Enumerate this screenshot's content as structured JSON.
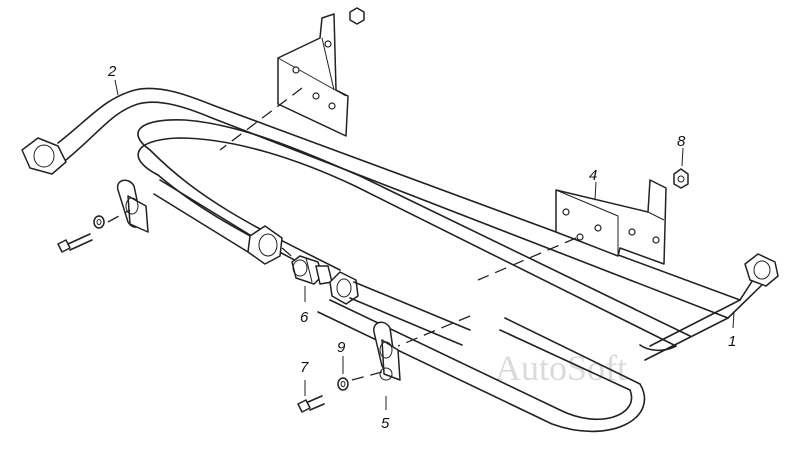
{
  "callouts": [
    {
      "id": "1",
      "label": "1"
    },
    {
      "id": "2",
      "label": "2"
    },
    {
      "id": "4",
      "label": "4"
    },
    {
      "id": "5",
      "label": "5"
    },
    {
      "id": "6",
      "label": "6"
    },
    {
      "id": "7",
      "label": "7"
    },
    {
      "id": "8",
      "label": "8"
    },
    {
      "id": "9",
      "label": "9"
    }
  ],
  "watermark": "AutoSoft",
  "colors": {
    "line": "#222222",
    "watermark": "#d6d6d6",
    "background": "#ffffff"
  }
}
